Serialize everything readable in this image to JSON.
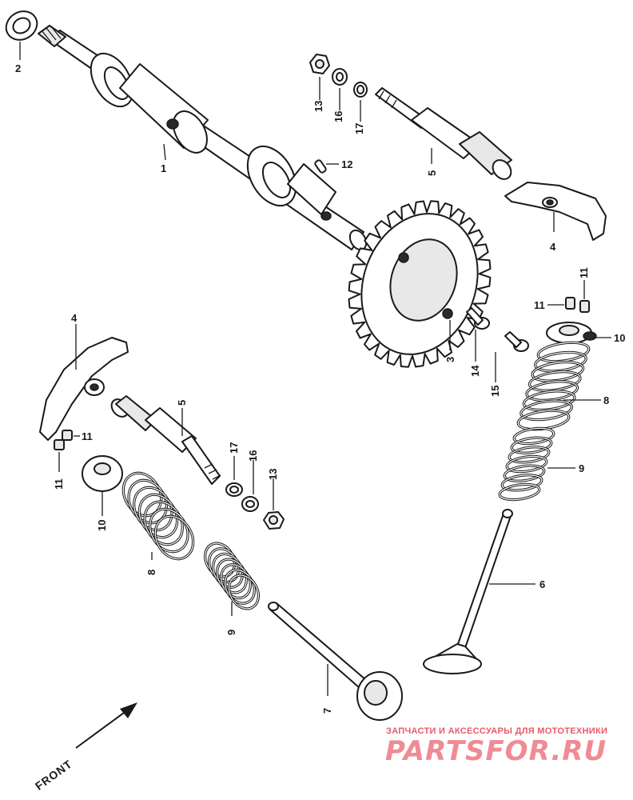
{
  "callouts": {
    "c1": "1",
    "c2": "2",
    "c3": "3",
    "c4a": "4",
    "c4b": "4",
    "c5a": "5",
    "c5b": "5",
    "c6": "6",
    "c7": "7",
    "c8a": "8",
    "c8b": "8",
    "c9a": "9",
    "c9b": "9",
    "c10a": "10",
    "c10b": "10",
    "c11a": "11",
    "c11b": "11",
    "c11c": "11",
    "c11d": "11",
    "c12": "12",
    "c13a": "13",
    "c13b": "13",
    "c14": "14",
    "c15": "15",
    "c16a": "16",
    "c16b": "16",
    "c17a": "17",
    "c17b": "17"
  },
  "front_label": "FRONT",
  "watermark": {
    "tagline": "ЗАПЧАСТИ И АКСЕССУАРЫ ДЛЯ МОТОТЕХНИКИ",
    "brand": "PARTSFOR.RU",
    "color": "#e85a6a"
  }
}
